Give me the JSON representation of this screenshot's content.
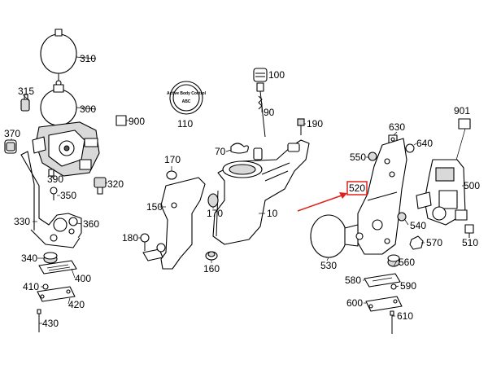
{
  "diagram": {
    "highlight_color": "#e0201b",
    "highlighted_part": "520",
    "callouts": [
      {
        "id": "310",
        "text": "310"
      },
      {
        "id": "315",
        "text": "315"
      },
      {
        "id": "300",
        "text": "300"
      },
      {
        "id": "900",
        "text": "900"
      },
      {
        "id": "370",
        "text": "370"
      },
      {
        "id": "390",
        "text": "390"
      },
      {
        "id": "320",
        "text": "320"
      },
      {
        "id": "350",
        "text": "350"
      },
      {
        "id": "330",
        "text": "330"
      },
      {
        "id": "360",
        "text": "360"
      },
      {
        "id": "340",
        "text": "340"
      },
      {
        "id": "400",
        "text": "400"
      },
      {
        "id": "410",
        "text": "410"
      },
      {
        "id": "420",
        "text": "420"
      },
      {
        "id": "430",
        "text": "430"
      },
      {
        "id": "100",
        "text": "100"
      },
      {
        "id": "110",
        "text": "110"
      },
      {
        "id": "90",
        "text": "90"
      },
      {
        "id": "190",
        "text": "190"
      },
      {
        "id": "70",
        "text": "70"
      },
      {
        "id": "170a",
        "text": "170"
      },
      {
        "id": "150",
        "text": "150"
      },
      {
        "id": "170b",
        "text": "170"
      },
      {
        "id": "10",
        "text": "10"
      },
      {
        "id": "180",
        "text": "180"
      },
      {
        "id": "160",
        "text": "160"
      },
      {
        "id": "901",
        "text": "901"
      },
      {
        "id": "630",
        "text": "630"
      },
      {
        "id": "550",
        "text": "550"
      },
      {
        "id": "640",
        "text": "640"
      },
      {
        "id": "500",
        "text": "500"
      },
      {
        "id": "520",
        "text": "520"
      },
      {
        "id": "540",
        "text": "540"
      },
      {
        "id": "570",
        "text": "570"
      },
      {
        "id": "510",
        "text": "510"
      },
      {
        "id": "530",
        "text": "530"
      },
      {
        "id": "560",
        "text": "560"
      },
      {
        "id": "580",
        "text": "580"
      },
      {
        "id": "590",
        "text": "590"
      },
      {
        "id": "600",
        "text": "600"
      },
      {
        "id": "610",
        "text": "610"
      }
    ],
    "cap_stamp": {
      "line1": "Active Body Control",
      "line2": "ABC"
    }
  }
}
